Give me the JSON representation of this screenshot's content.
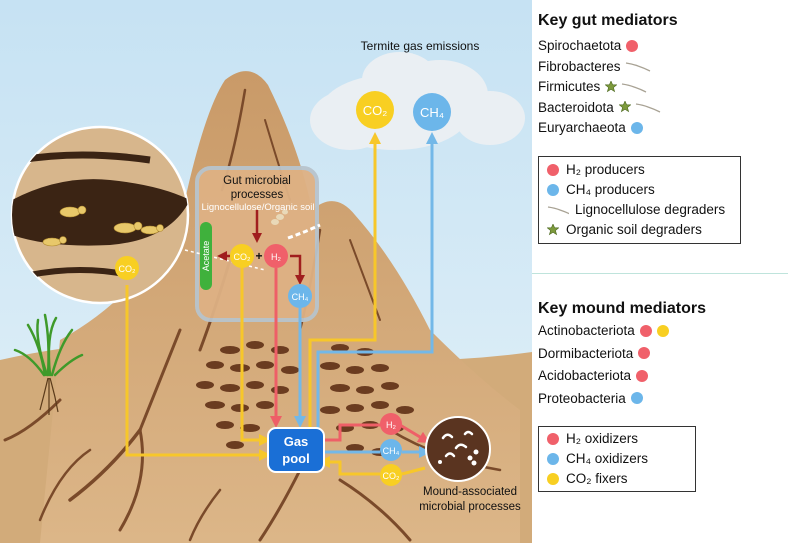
{
  "scene": {
    "emissions_label": "Termite gas emissions",
    "gut_label_line1": "Gut microbial",
    "gut_label_line2": "processes",
    "substrate_label": "Lignocellulose/Organic soil",
    "acetate_label": "Acetate",
    "co2_gut": "CO₂",
    "plus": "+",
    "h2_gut": "H₂",
    "ch4_gut": "CH₄",
    "co2_left": "CO₂",
    "co2_emit": "CO₂",
    "ch4_emit": "CH₄",
    "gas_pool_line1": "Gas",
    "gas_pool_line2": "pool",
    "h2_mound": "H₂",
    "ch4_mound": "CH₄",
    "co2_mound": "CO₂",
    "mound_label_line1": "Mound-associated",
    "mound_label_line2": "microbial processes"
  },
  "legend": {
    "gut_title": "Key gut mediators",
    "gut_items": [
      {
        "label": "Spirochaetota",
        "marks": [
          "h2"
        ]
      },
      {
        "label": "Fibrobacteres",
        "marks": [
          "ligno"
        ]
      },
      {
        "label": "Firmicutes",
        "marks": [
          "soil",
          "ligno"
        ]
      },
      {
        "label": "Bacteroidota",
        "marks": [
          "soil",
          "ligno"
        ]
      },
      {
        "label": "Euryarchaeota",
        "marks": [
          "ch4"
        ]
      }
    ],
    "gut_box": [
      {
        "label": "H₂ producers",
        "mark": "h2"
      },
      {
        "label": "CH₄ producers",
        "mark": "ch4"
      },
      {
        "label": "Lignocellulose degraders",
        "mark": "ligno"
      },
      {
        "label": "Organic soil degraders",
        "mark": "soil"
      }
    ],
    "mound_title": "Key mound mediators",
    "mound_items": [
      {
        "label": "Actinobacteriota",
        "marks": [
          "h2",
          "co2"
        ]
      },
      {
        "label": "Dormibacteriota",
        "marks": [
          "h2"
        ]
      },
      {
        "label": "Acidobacteriota",
        "marks": [
          "h2"
        ]
      },
      {
        "label": "Proteobacteria",
        "marks": [
          "ch4"
        ]
      }
    ],
    "mound_box": [
      {
        "label": "H₂ oxidizers",
        "mark": "h2"
      },
      {
        "label": "CH₄ oxidizers",
        "mark": "ch4"
      },
      {
        "label": "CO₂ fixers",
        "mark": "co2"
      }
    ]
  },
  "colors": {
    "h2": "#f0606a",
    "ch4": "#6cb6ea",
    "co2": "#f8cf22",
    "acetate": "#3fb13c",
    "gas_pool": "#1a6fd6",
    "arrow_red": "#ee5f67",
    "arrow_blue": "#73b8e8",
    "arrow_yellow": "#f7c72a",
    "arrow_dark": "#a01e1e"
  }
}
